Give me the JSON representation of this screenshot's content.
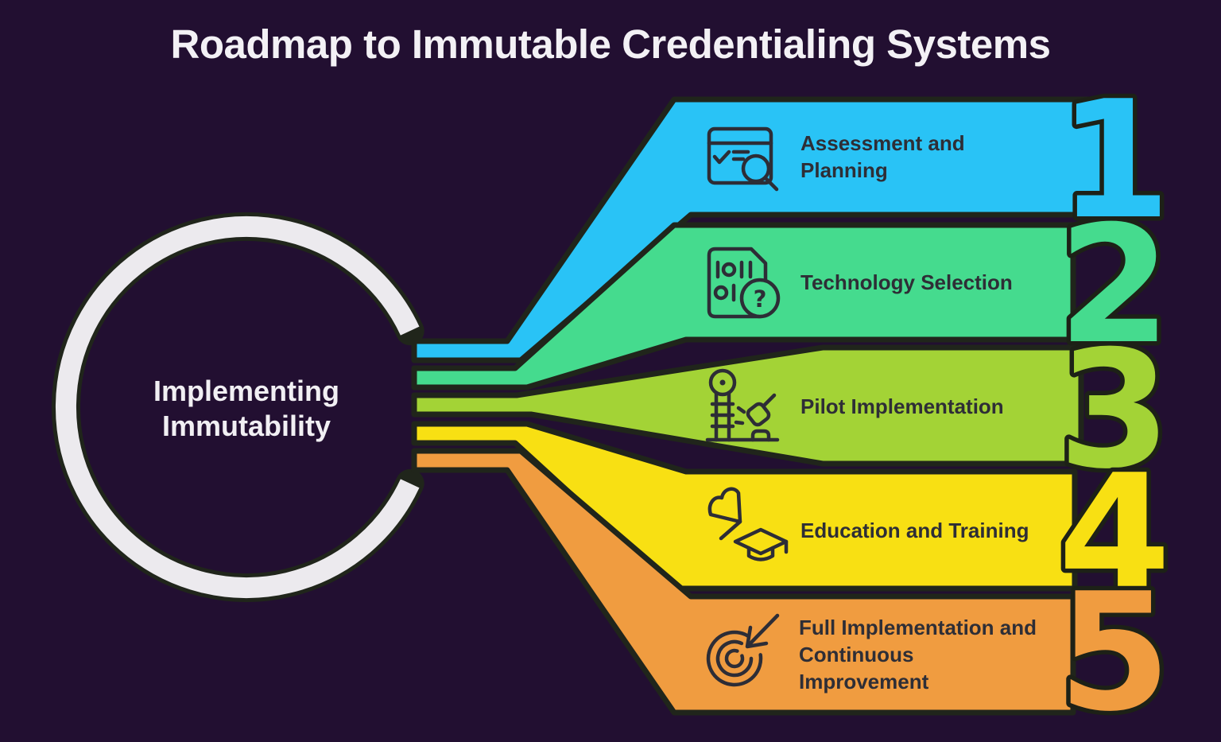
{
  "title": "Roadmap to Immutable Credentialing Systems",
  "hub": {
    "label_lines": [
      "Implementing",
      "Immutability"
    ]
  },
  "steps": [
    {
      "number": "1",
      "label_lines": [
        "Assessment and",
        "Planning"
      ],
      "color": "#29c3f6",
      "icon": "checklist-search-icon"
    },
    {
      "number": "2",
      "label_lines": [
        "Technology Selection"
      ],
      "color": "#45db8e",
      "icon": "binary-file-question-icon"
    },
    {
      "number": "3",
      "label_lines": [
        "Pilot Implementation"
      ],
      "color": "#a3d336",
      "icon": "launch-tower-icon"
    },
    {
      "number": "4",
      "label_lines": [
        "Education and Training"
      ],
      "color": "#f8e013",
      "icon": "flag-graduation-cap-icon"
    },
    {
      "number": "5",
      "label_lines": [
        "Full Implementation and",
        "Continuous",
        "Improvement"
      ],
      "color": "#f09c40",
      "icon": "target-arrow-icon"
    }
  ],
  "colors": {
    "background": "#220f31",
    "shape_outline": "#20251b",
    "ring": "#eceaee",
    "ink": "#2d2d36",
    "title_text": "#f3f1f5"
  }
}
